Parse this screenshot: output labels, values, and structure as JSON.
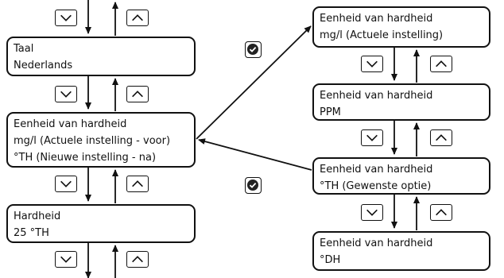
{
  "screens": {
    "taal": {
      "line1": "Taal",
      "line2": "Nederlands"
    },
    "eenheid_main": {
      "line1": "Eenheid van hardheid",
      "line2": "mg/l (Actuele instelling - voor)",
      "line3": "°TH (Nieuwe instelling - na)"
    },
    "hardheid": {
      "line1": "Hardheid",
      "line2": "25 °TH"
    },
    "opt_mgl": {
      "line1": "Eenheid van hardheid",
      "line2": "mg/l (Actuele instelling)"
    },
    "opt_ppm": {
      "line1": "Eenheid van hardheid",
      "line2": "PPM"
    },
    "opt_th": {
      "line1": "Eenheid van hardheid",
      "line2": "°TH (Gewenste optie)"
    },
    "opt_dh": {
      "line1": "Eenheid van hardheid",
      "line2": "°DH"
    }
  },
  "icons": {
    "down": "chevron-down-icon",
    "up": "chevron-up-icon",
    "confirm": "check-circle-icon"
  },
  "colors": {
    "stroke": "#111111",
    "background": "#ffffff"
  }
}
